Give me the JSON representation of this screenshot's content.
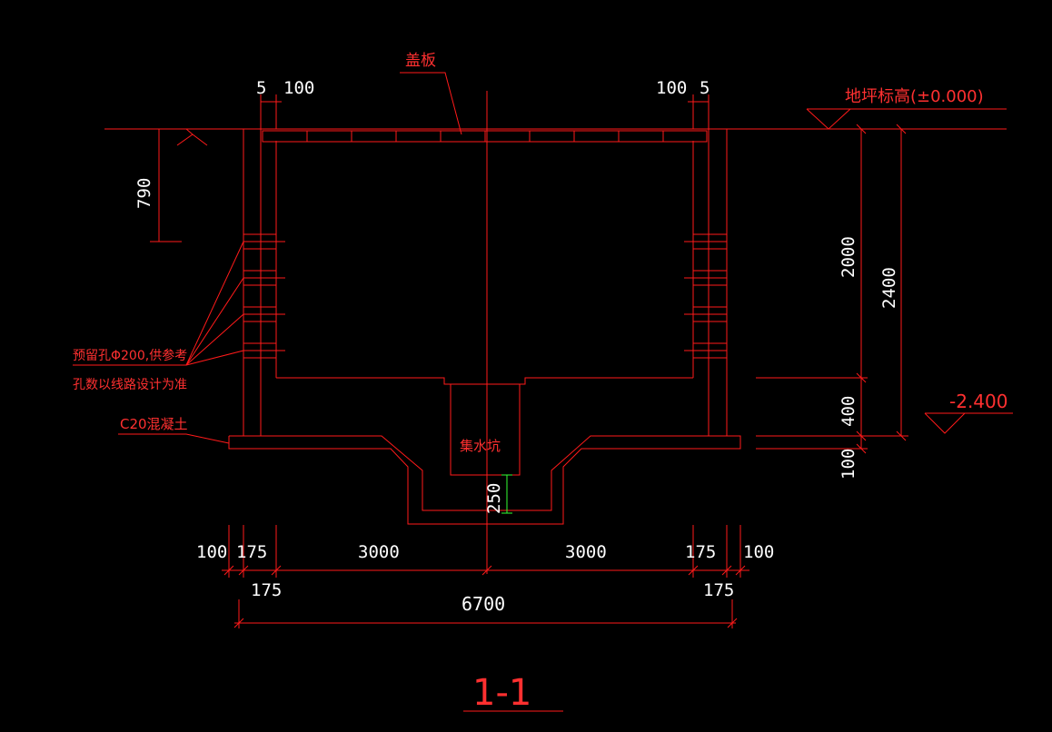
{
  "drawing": {
    "title": "1-1",
    "labels": {
      "cover_plate": "盖板",
      "ground_level": "地坪标高(±0.000)",
      "elevation_bottom": "-2.400",
      "holes_line1": "预留孔Φ200,供参考",
      "holes_line2": "孔数以线路设计为准",
      "concrete": "C20混凝土",
      "sump": "集水坑"
    },
    "dims": {
      "top_left_5": "5",
      "top_left_100": "100",
      "top_right_100": "100",
      "top_right_5": "5",
      "left_790": "790",
      "right_2000": "2000",
      "right_2400": "2400",
      "right_400": "400",
      "right_100": "100",
      "sump_250": "250",
      "bottom_100_left": "100",
      "bottom_175_left": "175",
      "bottom_3000_left": "3000",
      "bottom_3000_right": "3000",
      "bottom_175_right": "175",
      "bottom_100_right": "100",
      "bottom_175_left2": "175",
      "bottom_175_right2": "175",
      "overall_6700": "6700"
    }
  },
  "colors": {
    "geometry": "#ff1a1a",
    "dim_text": "#ffffff",
    "marker": "#33ff33",
    "background": "#000000"
  }
}
